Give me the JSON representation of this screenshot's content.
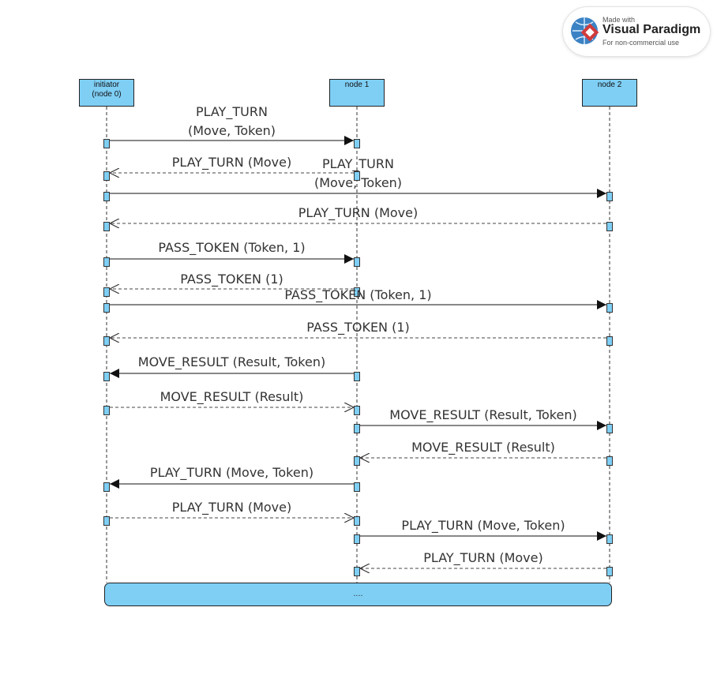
{
  "lifelines": [
    {
      "id": "initiator",
      "lines": [
        "initiator",
        "(node 0)"
      ]
    },
    {
      "id": "node1",
      "lines": [
        "node 1"
      ]
    },
    {
      "id": "node2",
      "lines": [
        "node 2"
      ]
    }
  ],
  "messages": [
    {
      "from": "initiator",
      "to": "node1",
      "kind": "sync",
      "label": "PLAY_TURN\n(Move, Token)"
    },
    {
      "from": "node1",
      "to": "initiator",
      "kind": "reply",
      "label": "PLAY_TURN (Move)"
    },
    {
      "from": "initiator",
      "to": "node2",
      "kind": "sync",
      "label": "PLAY_TURN\n(Move, Token)"
    },
    {
      "from": "node2",
      "to": "initiator",
      "kind": "reply",
      "label": "PLAY_TURN (Move)"
    },
    {
      "from": "initiator",
      "to": "node1",
      "kind": "sync",
      "label": "PASS_TOKEN (Token, 1)"
    },
    {
      "from": "node1",
      "to": "initiator",
      "kind": "reply",
      "label": "PASS_TOKEN (1)"
    },
    {
      "from": "initiator",
      "to": "node2",
      "kind": "sync",
      "label": "PASS_TOKEN (Token, 1)"
    },
    {
      "from": "node2",
      "to": "initiator",
      "kind": "reply",
      "label": "PASS_TOKEN (1)"
    },
    {
      "from": "node1",
      "to": "initiator",
      "kind": "sync",
      "label": "MOVE_RESULT (Result, Token)"
    },
    {
      "from": "initiator",
      "to": "node1",
      "kind": "reply",
      "label": "MOVE_RESULT (Result)"
    },
    {
      "from": "node1",
      "to": "node2",
      "kind": "sync",
      "label": "MOVE_RESULT (Result, Token)"
    },
    {
      "from": "node2",
      "to": "node1",
      "kind": "reply",
      "label": "MOVE_RESULT (Result)"
    },
    {
      "from": "node1",
      "to": "initiator",
      "kind": "sync",
      "label": "PLAY_TURN (Move, Token)"
    },
    {
      "from": "initiator",
      "to": "node1",
      "kind": "reply",
      "label": "PLAY_TURN (Move)"
    },
    {
      "from": "node1",
      "to": "node2",
      "kind": "sync",
      "label": "PLAY_TURN (Move, Token)"
    },
    {
      "from": "node2",
      "to": "node1",
      "kind": "reply",
      "label": "PLAY_TURN (Move)"
    }
  ],
  "fragment": {
    "label": "...."
  },
  "watermark": {
    "made_with": "Made with",
    "brand": "Visual Paradigm",
    "sub": "For non-commercial use"
  },
  "colors": {
    "lifeline_fill": "#7fcff5",
    "line": "#222222",
    "text": "#333333"
  }
}
